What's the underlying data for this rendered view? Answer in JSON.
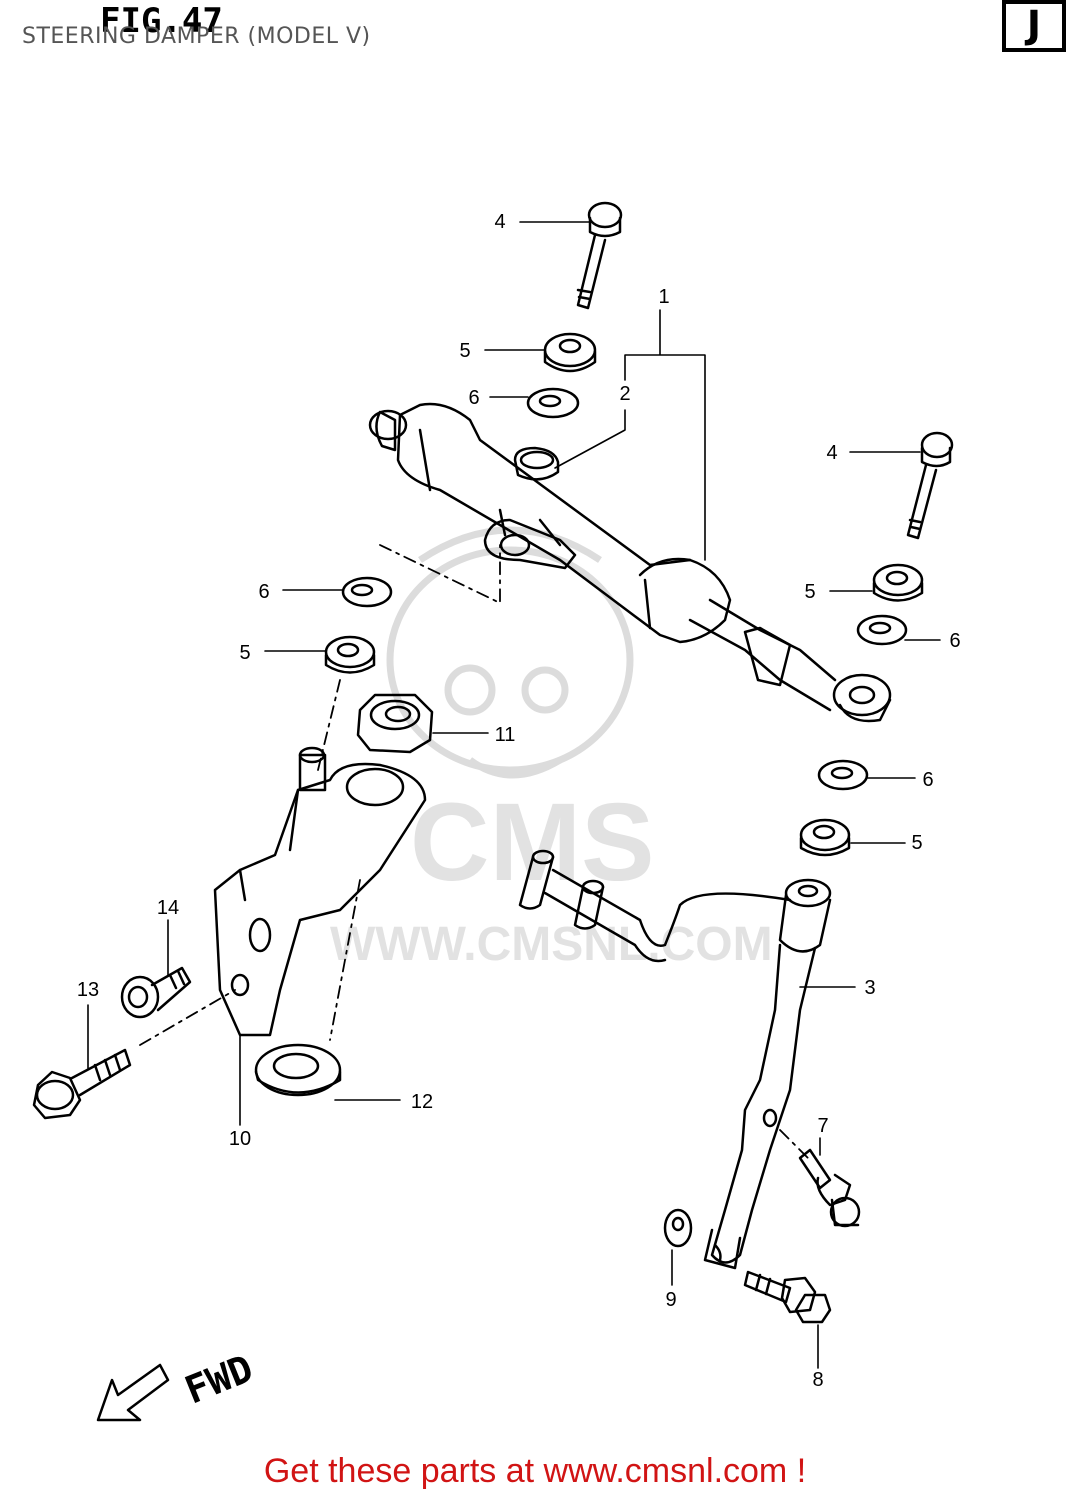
{
  "header": {
    "fig_label": "FIG.47",
    "subtitle": "STEERING DAMPER (MODEL V)",
    "region_code": "J"
  },
  "diagram": {
    "fwd_label": "FWD",
    "watermark": {
      "brand": "CMS",
      "url": "WWW.CMSNL.COM"
    },
    "callouts": [
      "1",
      "2",
      "3",
      "4",
      "4",
      "5",
      "5",
      "5",
      "5",
      "6",
      "6",
      "6",
      "6",
      "7",
      "8",
      "9",
      "10",
      "11",
      "12",
      "13",
      "14"
    ]
  },
  "footer": {
    "text": "Get these parts at www.cmsnl.com !"
  },
  "colors": {
    "line": "#000000",
    "footer": "#d11414",
    "watermark": "#d9d9d9"
  }
}
